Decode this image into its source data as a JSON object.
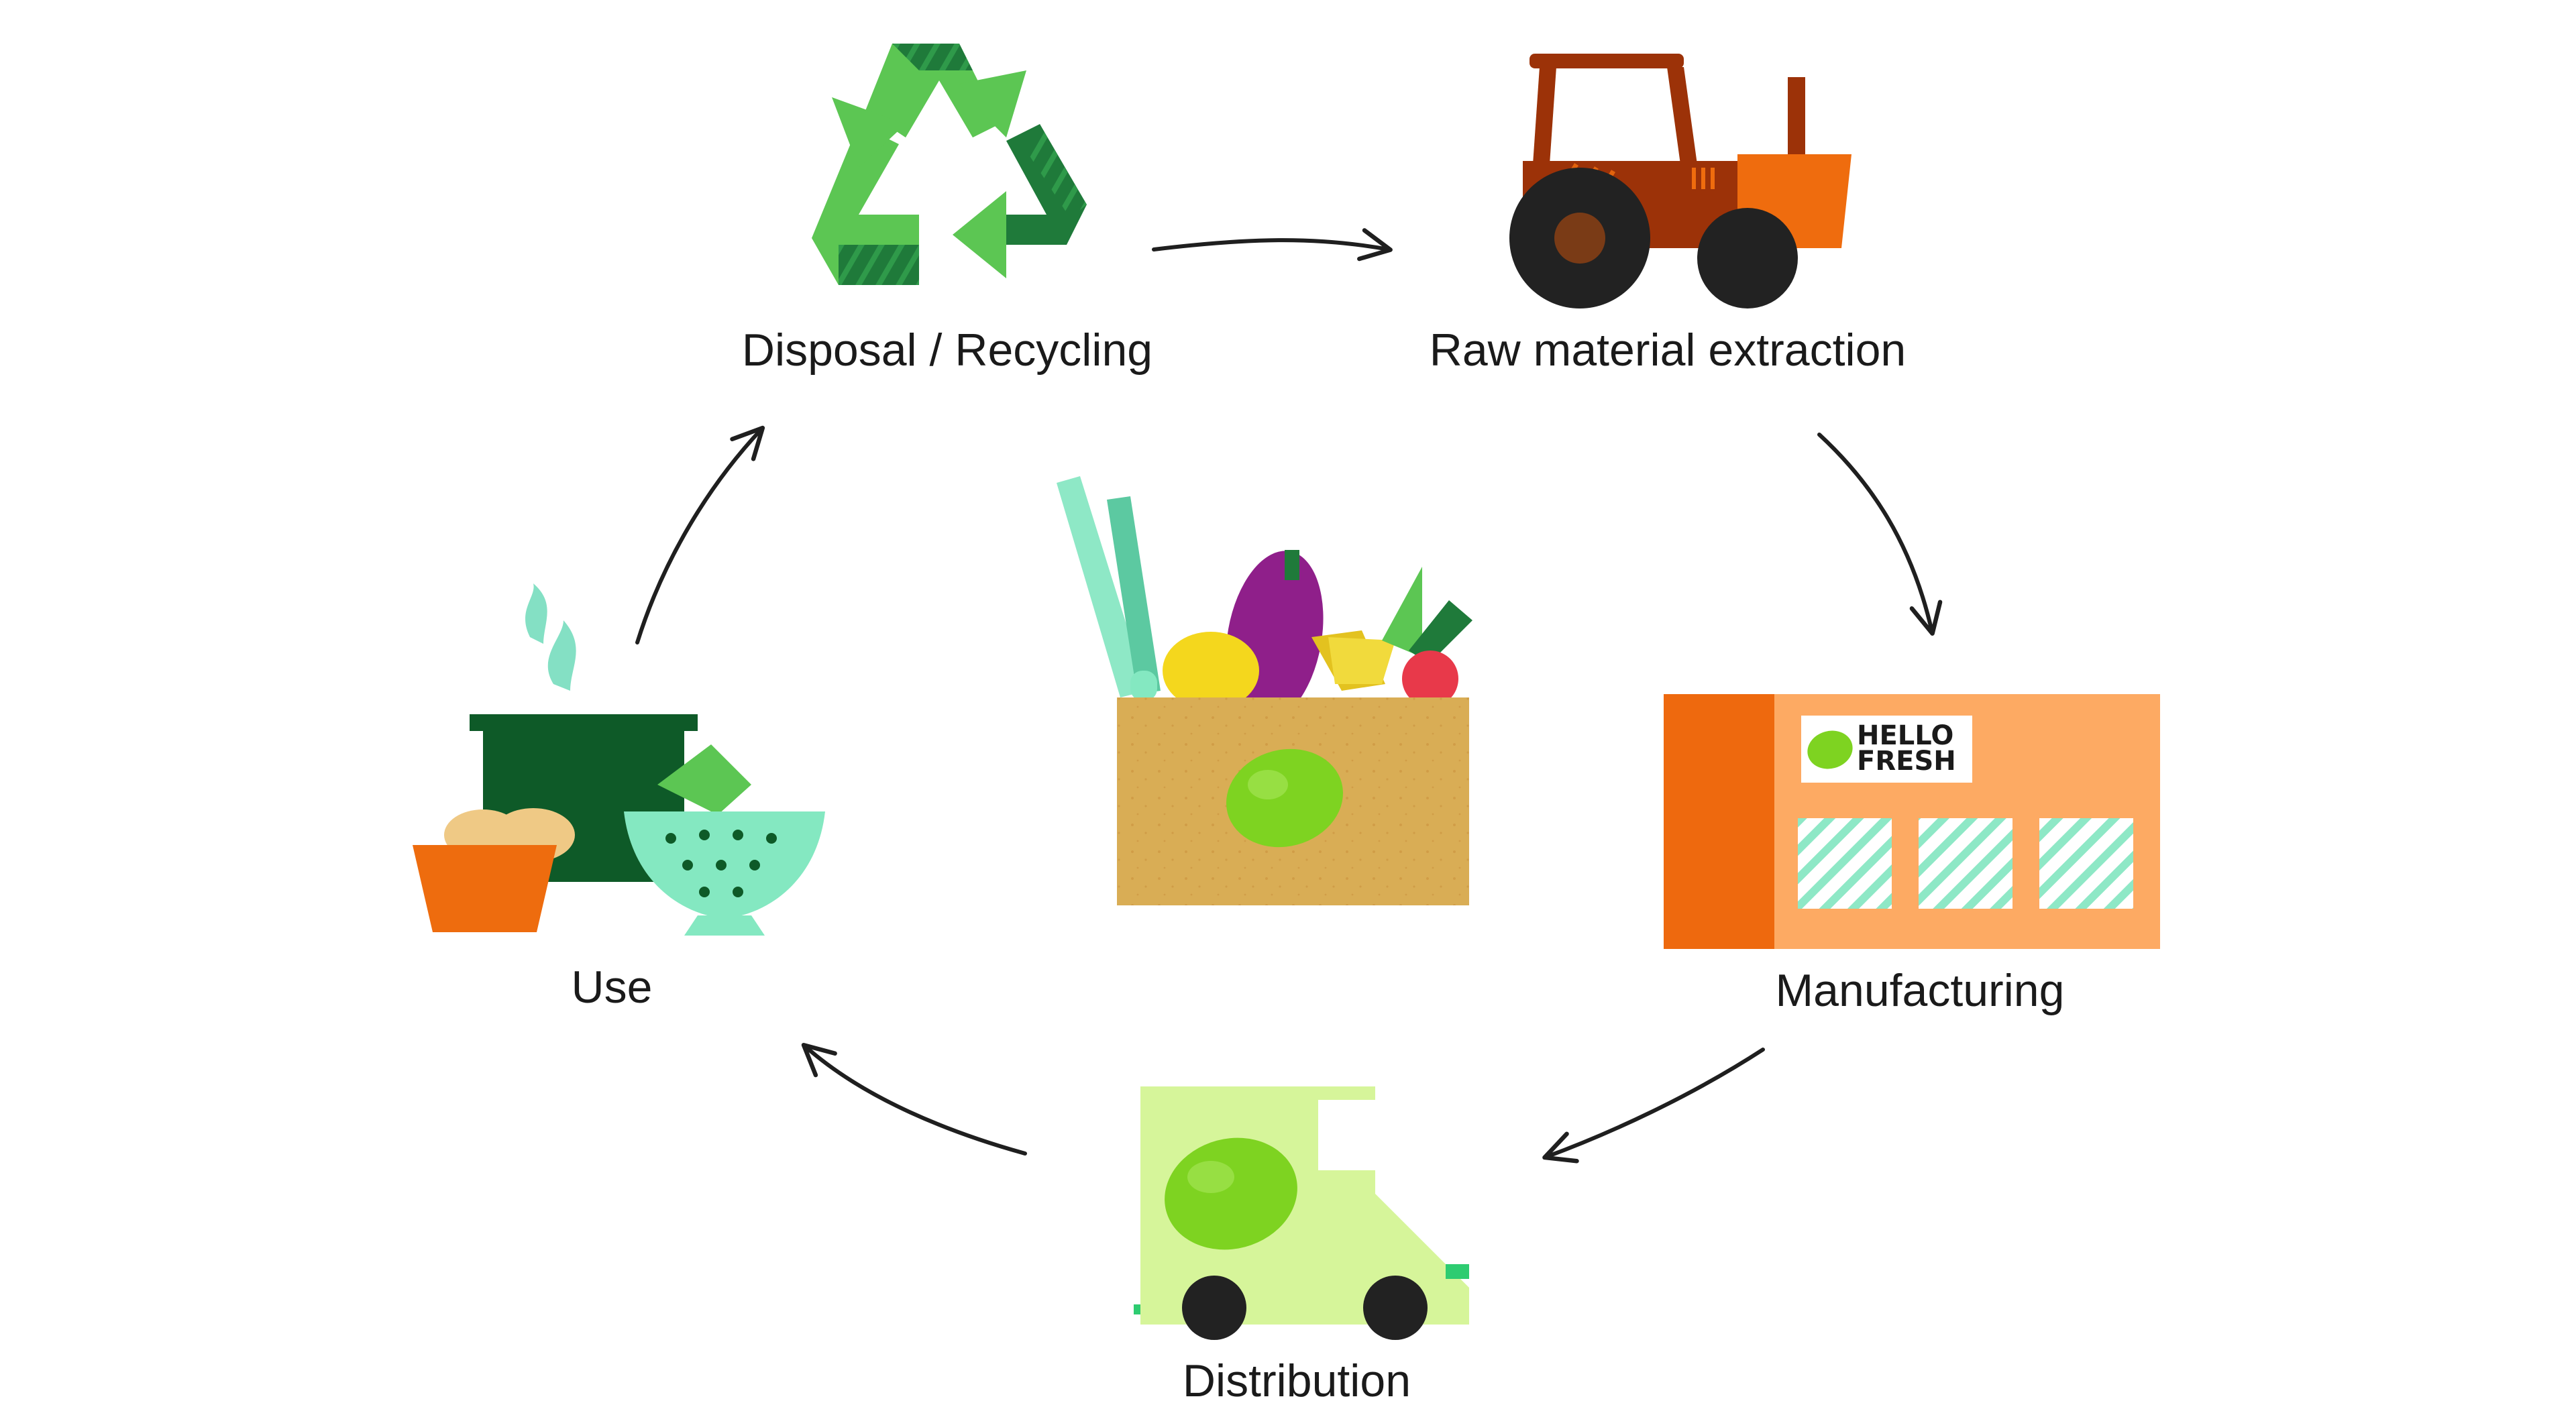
{
  "stages": [
    {
      "id": "disposal",
      "label": "Disposal / Recycling",
      "icon": "recycle-icon"
    },
    {
      "id": "raw",
      "label": "Raw material extraction",
      "icon": "tractor-icon"
    },
    {
      "id": "manufacturing",
      "label": "Manufacturing",
      "icon": "factory-icon"
    },
    {
      "id": "distribution",
      "label": "Distribution",
      "icon": "delivery-truck-icon"
    },
    {
      "id": "use",
      "label": "Use",
      "icon": "cooking-pot-icon"
    }
  ],
  "center": {
    "icon": "meal-box-icon"
  },
  "factory_logo": {
    "line1": "HELLO",
    "line2": "FRESH"
  },
  "colors": {
    "recycle_light": "#5cc653",
    "recycle_dark": "#1f7a3a",
    "tractor_body": "#9c3208",
    "tractor_hood": "#ef6c0e",
    "wheel": "#222222",
    "factory_body": "#fdaa63",
    "factory_side": "#ee690e",
    "window": "#8ee8c6",
    "truck_body": "#d6f59a",
    "lime": "#7ed321",
    "box": "#d9ad55",
    "pot": "#0e5a28",
    "colander": "#84e8c1",
    "bowl": "#ee6c0e",
    "steam": "#84e0c4"
  }
}
